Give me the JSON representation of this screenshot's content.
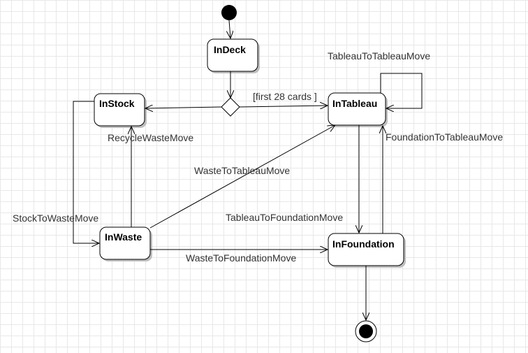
{
  "diagram": {
    "states": {
      "in_deck": "InDeck",
      "in_stock": "InStock",
      "in_tableau": "InTableau",
      "in_waste": "InWaste",
      "in_foundation": "InFoundation"
    },
    "transitions": {
      "tableau_to_tableau": "TableauToTableauMove",
      "guard_first_28": "[first 28 cards ]",
      "recycle_waste": "RecycleWasteMove",
      "waste_to_tableau": "WasteToTableauMove",
      "foundation_to_tableau": "FoundationToTableauMove",
      "stock_to_waste": "StockToWasteMove",
      "tableau_to_foundation": "TableauToFoundationMove",
      "waste_to_foundation": "WasteToFoundationMove"
    }
  }
}
